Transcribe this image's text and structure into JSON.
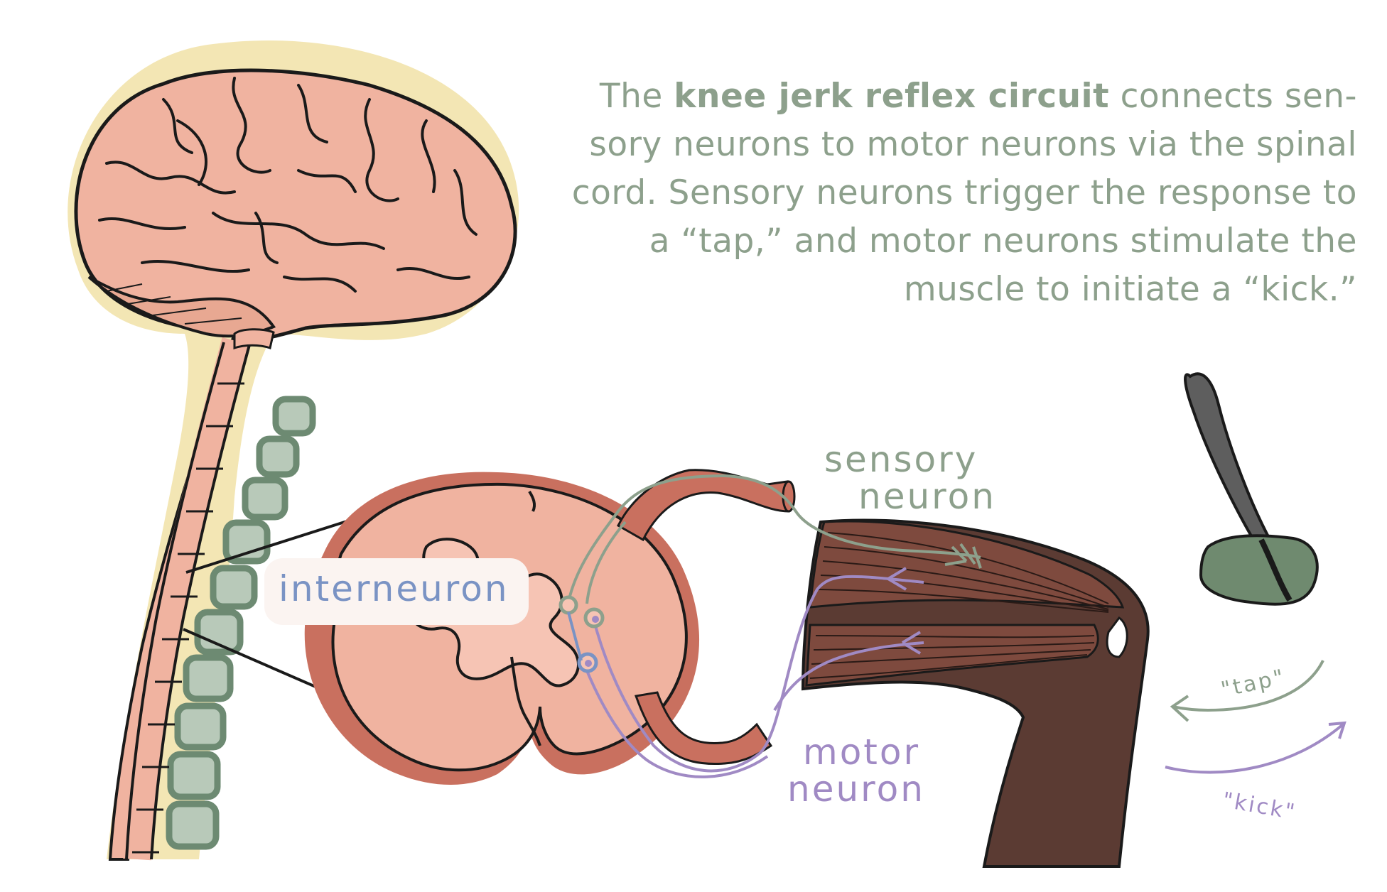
{
  "caption": {
    "part1": "The ",
    "bold": "knee jerk reflex circuit",
    "part2": " connects sen-sory neurons to motor neurons via the spinal cord. Sensory neurons trigger the response to a “tap,” and motor neurons stimulate the muscle to initiate a “kick.”"
  },
  "labels": {
    "sensory_line1": "sensory",
    "sensory_line2": "neuron",
    "motor_line1": "motor",
    "motor_line2": "neuron",
    "interneuron": "interneuron",
    "tap": "\"tap\"",
    "kick": "\"kick\""
  },
  "colors": {
    "sensory": "#8da08c",
    "motor": "#a08ac4",
    "interneuron": "#7a93c4",
    "brain": "#f0b3a0",
    "halo": "#f3e6b4",
    "vertebra": "#b8c9b9",
    "leg": "#5b3b33",
    "muscle": "#7e4a3e"
  }
}
